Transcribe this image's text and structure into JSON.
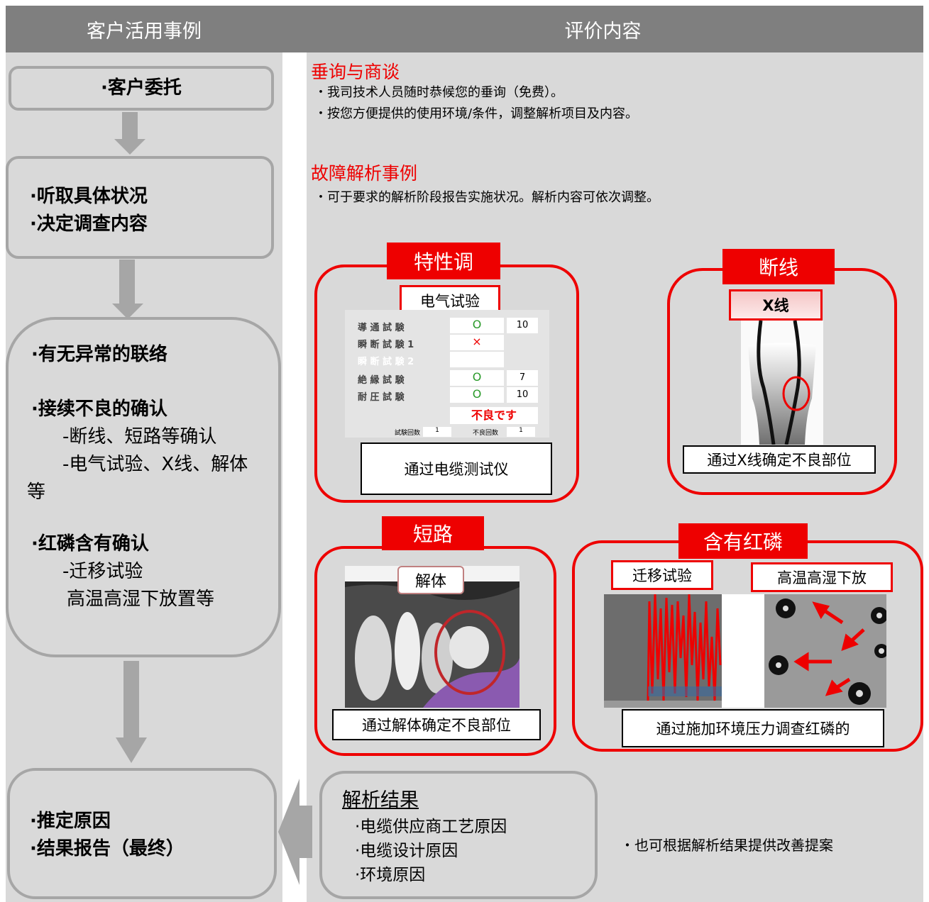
{
  "header": {
    "left_title": "客户活用事例",
    "right_title": "评价内容"
  },
  "flow": {
    "box1": [
      "·客户委托"
    ],
    "box2": [
      "·听取具体状况",
      "·决定调查内容"
    ],
    "box3": {
      "item1": "·有无异常的联络",
      "item2": "·接续不良的确认",
      "item2_sub1": "-断线、短路等确认",
      "item2_sub2": "-电气试验、X线、解体",
      "item2_sub3": "等",
      "item3": "·红磷含有确认",
      "item3_sub1": "-迁移试验",
      "item3_sub2": "高温高湿下放置等"
    },
    "box4": [
      "·推定原因",
      "·结果报告（最终）"
    ]
  },
  "consult": {
    "title": "垂询与商谈",
    "bullets": [
      "・我司技术人员随时恭候您的垂询（免费）。",
      "・按您方便提供的使用环境/条件，调整解析项目及内容。"
    ]
  },
  "cases": {
    "title": "故障解析事例",
    "bullets": [
      "・可于要求的解析阶段报告实施状况。解析内容可依次调整。"
    ]
  },
  "panel_electric": {
    "tag": "特性调",
    "sublabel": "电气试验",
    "caption": "通过电缆测试仪",
    "table": {
      "rows": [
        {
          "name": "導 通 試 験",
          "result": "O",
          "value": "10"
        },
        {
          "name": "瞬 断 試 験 1",
          "result": "×",
          "value": ""
        },
        {
          "name": "瞬 断 試 験 2",
          "result": "",
          "value": ""
        },
        {
          "name": "絶 縁 試 験",
          "result": "O",
          "value": "7"
        },
        {
          "name": "耐 圧 試 験",
          "result": "O",
          "value": "10"
        }
      ],
      "verdict": "不良です",
      "footer_left": "試験回数",
      "footer_left_value": "1",
      "footer_right": "不良回数",
      "footer_right_value": "1"
    }
  },
  "panel_break": {
    "tag": "断线",
    "sublabel": "X线",
    "caption": "通过X线确定不良部位"
  },
  "panel_short": {
    "tag": "短路",
    "sublabel": "解体",
    "caption": "通过解体确定不良部位"
  },
  "panel_phos": {
    "tag": "含有红磷",
    "sublabel_left": "迁移试验",
    "sublabel_right": "高温高湿下放",
    "caption": "通过施加环境压力调查红磷的"
  },
  "result": {
    "title": "解析结果",
    "items": [
      "·电缆供应商工艺原因",
      "·电缆设计原因",
      "·环境原因"
    ],
    "note": "・也可根据解析结果提供改善提案"
  },
  "colors": {
    "accent_red": "#ee0000",
    "header_gray": "#7f7f7f",
    "panel_gray": "#d9d9d9",
    "arrow_gray": "#a6a6a6"
  }
}
